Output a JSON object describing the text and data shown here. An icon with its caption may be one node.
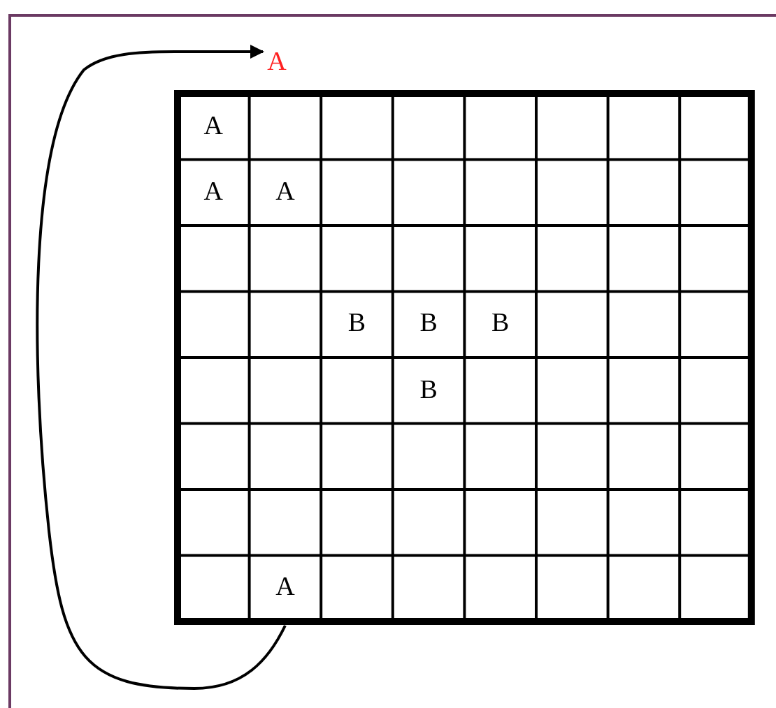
{
  "diagram": {
    "nodes": [
      {
        "text": [
          "A"
        ]
      },
      {
        "text": [
          "A"
        ]
      }
    ],
    "edges": [
      {
        "from": 1,
        "to": 0,
        "arrow": "to"
      }
    ],
    "labels": [
      "A",
      "A",
      "A",
      "B",
      "B",
      "B",
      "B"
    ]
  }
}
